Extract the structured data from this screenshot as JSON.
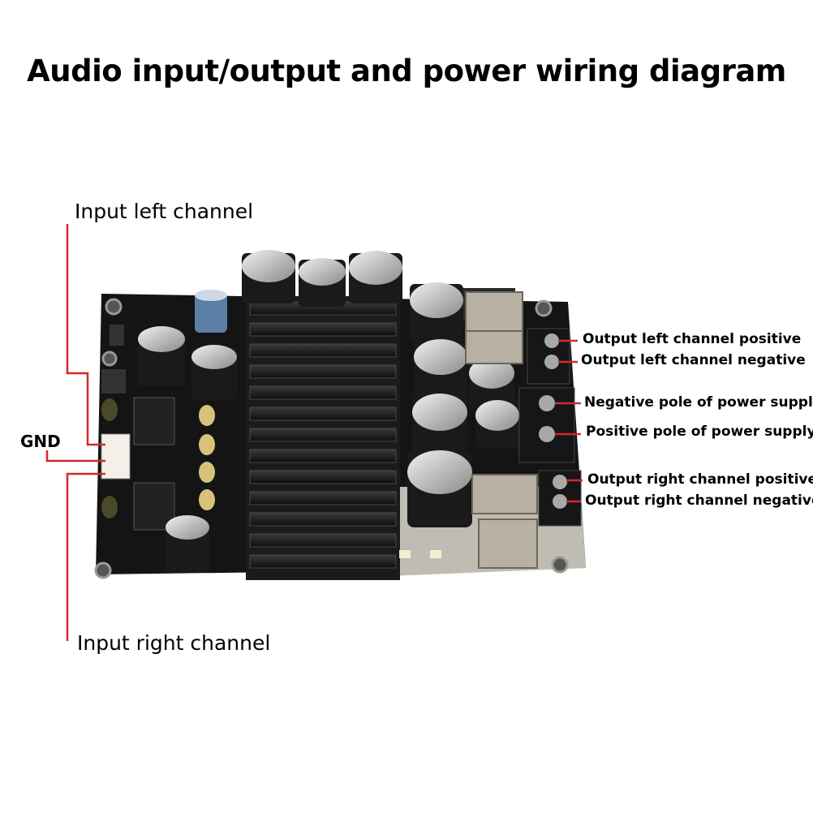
{
  "title": "Audio input/output and power wiring diagram",
  "labels": {
    "input_left": "Input left channel",
    "gnd": "GND",
    "input_right": "Input right channel",
    "out_left_pos": "Output left channel positive",
    "out_left_neg": "Output left channel negative",
    "neg_power": "Negative pole of power supply",
    "pos_power": "Positive pole of power supply",
    "out_right_pos": "Output right channel positive",
    "out_right_neg": "Output right channel negative"
  },
  "colors": {
    "leader_line": "#d62828",
    "pcb": "#141414",
    "heatsink": "#1b1b1b",
    "capacitor_sleeve": "#1a1a1a",
    "capacitor_top": "#c9c9c9",
    "terminal_block": "#161616",
    "screw": "#a8a8a8",
    "inductor": "#b8b0a3"
  }
}
